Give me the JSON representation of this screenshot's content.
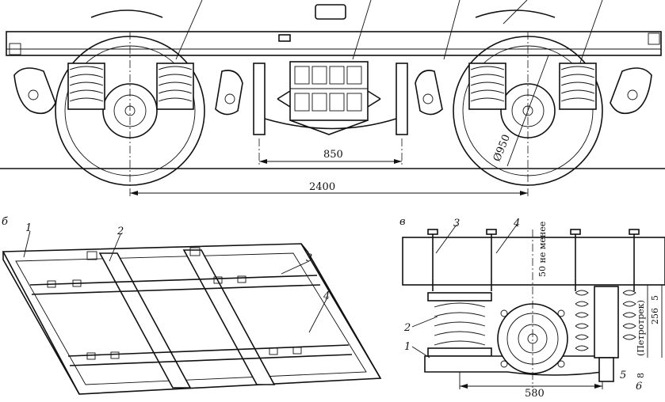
{
  "figure_a_bogie": {
    "dimension_axle_spacing": "850",
    "dimension_wheelbase": "2400",
    "dimension_wheel_diameter": "Ø950"
  },
  "figure_b_frame": {
    "panel_letter": "б",
    "callouts": [
      "1",
      "2",
      "3",
      "4"
    ]
  },
  "figure_c_suspension": {
    "panel_letter": "в",
    "callouts_top": [
      "3",
      "4"
    ],
    "callouts_left": [
      "2",
      "1"
    ],
    "callouts_bottom": [
      "5",
      "6"
    ],
    "label_vertical_center": "50 не менее",
    "label_right_top": "5",
    "label_right_middle": "(Петротрек)",
    "label_right_value": "256",
    "label_right_small": "8",
    "dimension_bottom": "580"
  }
}
